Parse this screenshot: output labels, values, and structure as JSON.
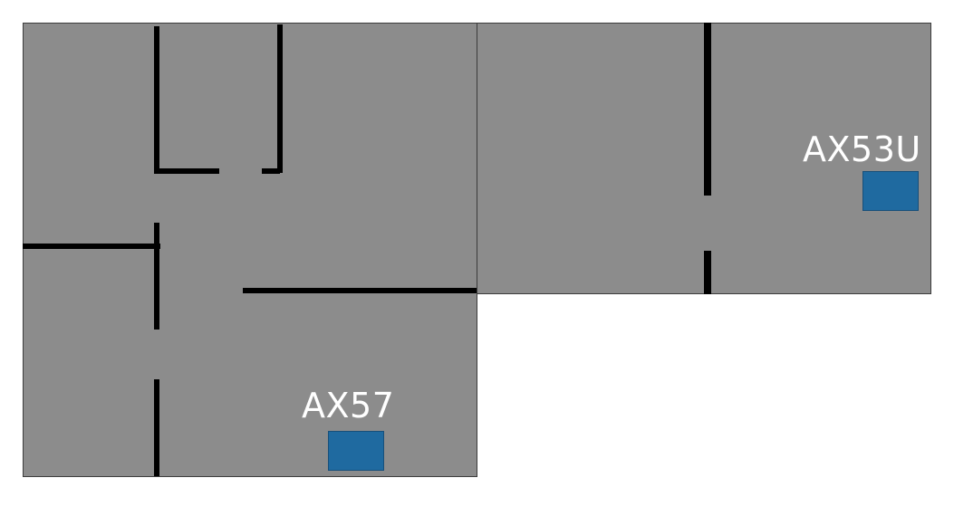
{
  "map": {
    "floor_color": "#8c8c8c",
    "wall_color": "#000000",
    "marker_color": "#1f6aa0",
    "label_color": "#ffffff",
    "markers": [
      {
        "id": "ax57",
        "label": "AX57"
      },
      {
        "id": "ax53u",
        "label": "AX53U"
      }
    ]
  }
}
